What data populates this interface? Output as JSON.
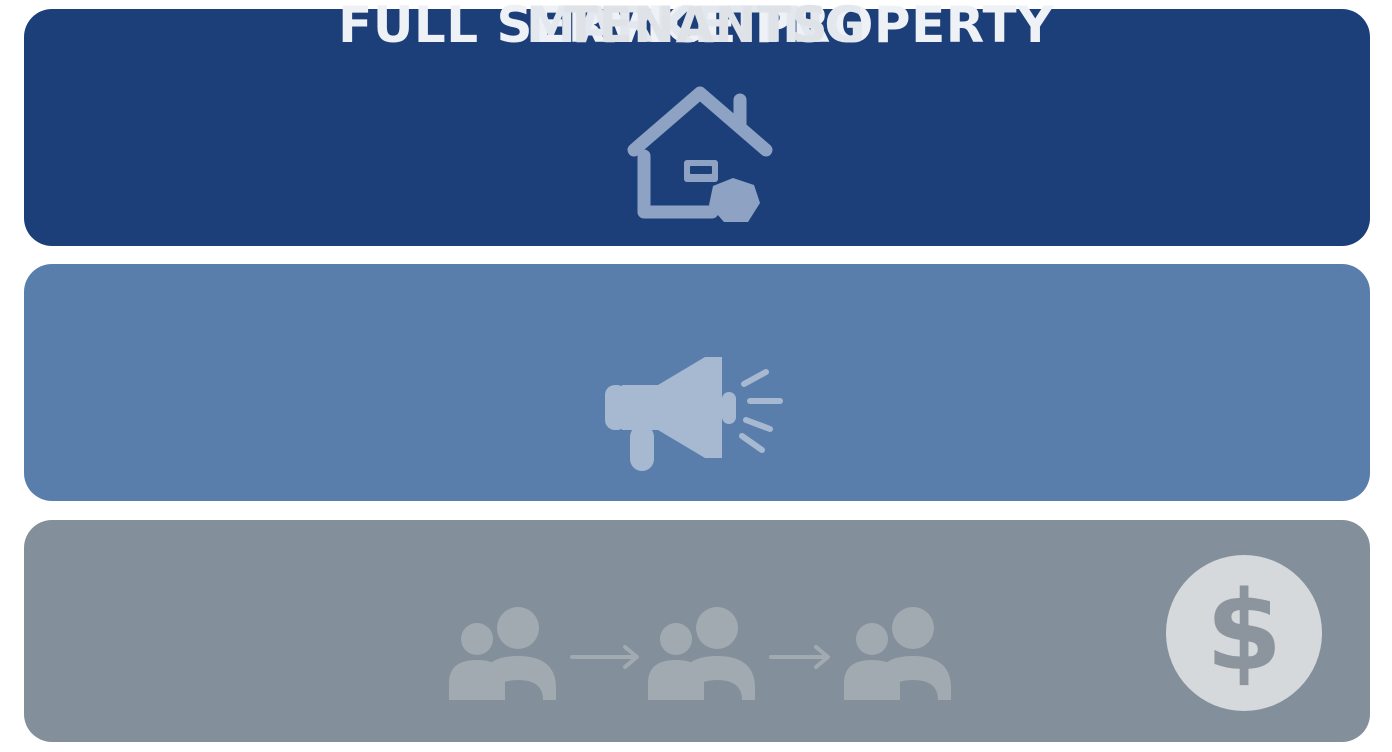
{
  "colors": {
    "band_full_service": "#1c3f7a",
    "band_marketing": "#5a7eab",
    "band_tenants": "#838f9a",
    "title_full_service": "#eef1f6",
    "title_marketing": "#e3e8ef",
    "title_tenants": "#dfe3e7",
    "icon_full_service": "#8ea3c4",
    "icon_marketing": "#a6b9d1",
    "icon_tenants": "#a2aab1",
    "dollar_circle": "#d6d9dc",
    "dollar_sign": "#8c959e"
  },
  "tiers": [
    {
      "label": "FULL SERVICE PROPERTY",
      "icon": "house-icon"
    },
    {
      "label": "MARKETING",
      "icon": "megaphone-icon"
    },
    {
      "label": "TENANTS",
      "icon": "tenants-flow-icon",
      "badge_icon": "dollar-icon"
    }
  ]
}
